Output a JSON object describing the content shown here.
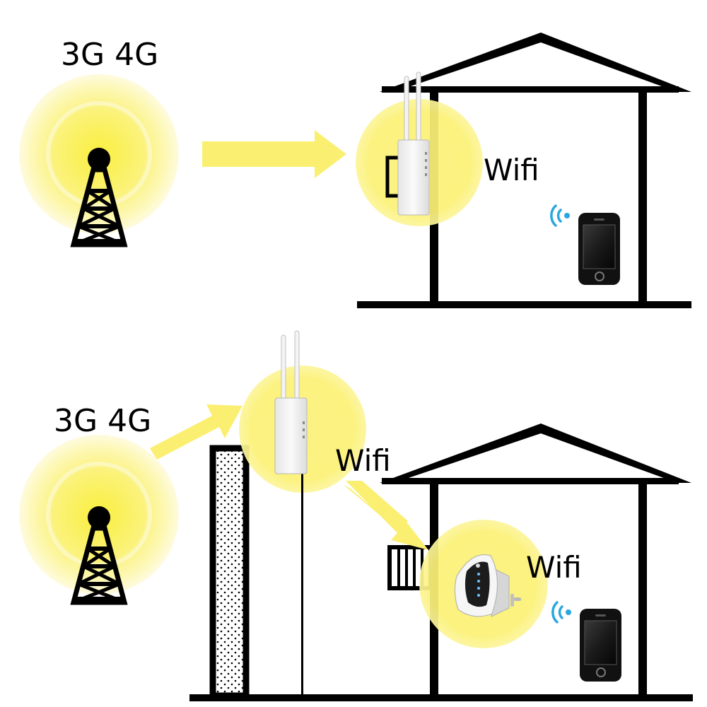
{
  "top_scene": {
    "network_label": "3G 4G",
    "wifi_label": "Wifi"
  },
  "bottom_scene": {
    "network_label": "3G 4G",
    "router_wifi_label": "Wifi",
    "repeater_wifi_label": "Wifi"
  },
  "colors": {
    "glow": "#fdf27a",
    "arrow": "#fbef72",
    "line": "#000000",
    "signal": "#2aa6e0",
    "device": "#f2f2f2"
  },
  "icons": [
    "cell-tower-icon",
    "outdoor-router-icon",
    "wifi-repeater-icon",
    "smartphone-icon",
    "wifi-signal-icon",
    "house-icon"
  ]
}
